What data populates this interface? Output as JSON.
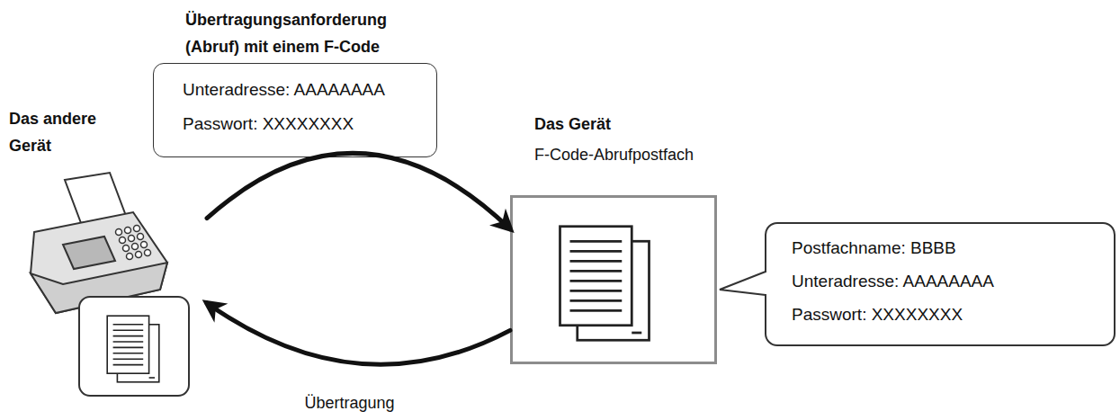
{
  "diagram": {
    "nodes": [
      {
        "text": [
          "Das andere Gerät"
        ]
      },
      {
        "text": [
          "Das Gerät",
          "F-Code-Abrufpostfach"
        ]
      },
      {
        "text": [
          "Postfachname: BBBB",
          "Unteradresse: AAAAAAAA",
          "Passwort: XXXXXXXX"
        ]
      },
      {
        "text": [
          "Übertragungsanforderung (Abruf) mit einem F-Code",
          "Unteradresse: AAAAAAAA",
          "Passwort: XXXXXXXX"
        ]
      }
    ],
    "edges": [
      {
        "from": 0,
        "to": 1,
        "arrow": "to"
      },
      {
        "from": 1,
        "to": 0,
        "arrow": "to",
        "label": "Übertragung"
      }
    ]
  }
}
